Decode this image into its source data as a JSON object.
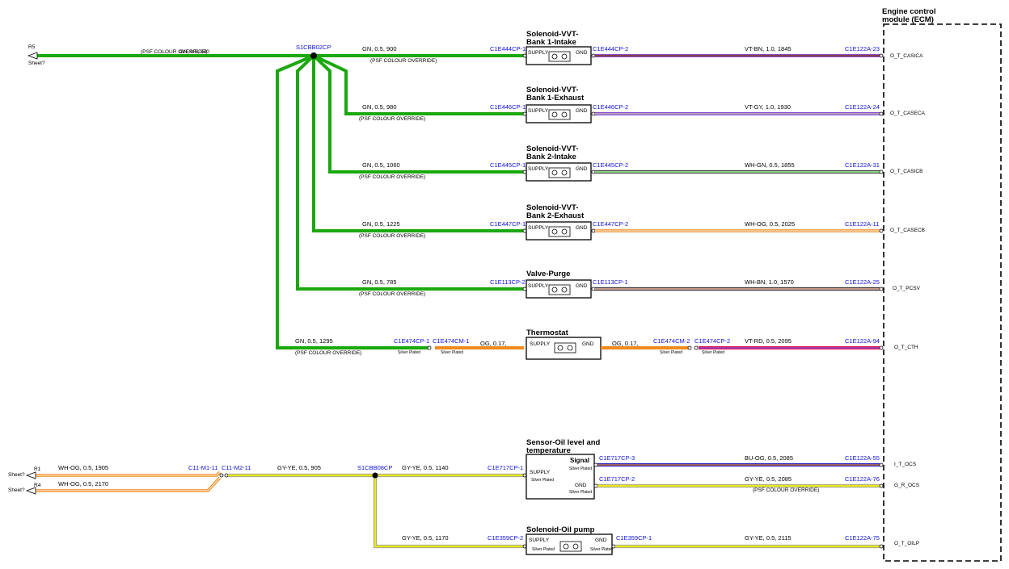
{
  "ecm": {
    "title_line1": "Engine control",
    "title_line2": "module (ECM)"
  },
  "offsheet": {
    "r5": "R5",
    "r1": "R1",
    "r4": "R4",
    "sheet": "Sheet?"
  },
  "override": "(PSF COLOUR OVERRIDE)",
  "top_wire_overlap": "GN, 0.5, 940",
  "splices": {
    "s1": "S1CBB02CP",
    "s2": "S1CBB08CP"
  },
  "silver": "Silver Plated",
  "supply": "SUPPLY",
  "gnd": "GND",
  "signal": "Signal",
  "components": {
    "vvt_b1i": {
      "line1": "Solenoid-VVT-",
      "line2": "Bank 1-Intake",
      "in_wire": "GN, 0.5, 900",
      "in_conn": "C1E444CP-1",
      "out_conn": "C1E444CP-2",
      "out_wire": "VT-BN, 1.0, 1845",
      "ecm_conn": "C1E122A-23",
      "pin": "O_T_CASICA"
    },
    "vvt_b1e": {
      "line1": "Solenoid-VVT-",
      "line2": "Bank 1-Exhaust",
      "in_wire": "GN, 0.5, 980",
      "in_conn": "C1E446CP-1",
      "out_conn": "C1E446CP-2",
      "out_wire": "VT-GY, 1.0, 1930",
      "ecm_conn": "C1E122A-24",
      "pin": "O_T_CASECA"
    },
    "vvt_b2i": {
      "line1": "Solenoid-VVT-",
      "line2": "Bank 2-Intake",
      "in_wire": "GN, 0.5, 1060",
      "in_conn": "C1E445CP-1",
      "out_conn": "C1E445CP-2",
      "out_wire": "WH-GN, 0.5, 1855",
      "ecm_conn": "C1E122A-31",
      "pin": "O_T_CASICB"
    },
    "vvt_b2e": {
      "line1": "Solenoid-VVT-",
      "line2": "Bank 2-Exhaust",
      "in_wire": "GN, 0.5, 1225",
      "in_conn": "C1E447CP-1",
      "out_conn": "C1E447CP-2",
      "out_wire": "WH-OG, 0.5, 2025",
      "ecm_conn": "C1E122A-11",
      "pin": "O_T_CASECB"
    },
    "purge": {
      "line1": "Valve-Purge",
      "in_wire": "GN, 0.5, 785",
      "in_conn": "C1E113CP-2",
      "out_conn": "C1E113CP-1",
      "out_wire": "WH-BN, 1.0, 1570",
      "ecm_conn": "C1E122A-25",
      "pin": "O_T_PCSV"
    },
    "thermostat": {
      "line1": "Thermostat",
      "in_wire": "GN, 0.5, 1295",
      "c1": "C1E474CP-1",
      "c2": "C1E474CM-1",
      "mid_wire_left": "OG, 0.17,",
      "mid_wire_right": "OG, 0.17,",
      "c3": "C1E474CM-2",
      "c4": "C1E474CP-2",
      "out_wire": "VT-RD, 0.5, 2095",
      "ecm_conn": "C1E122A-94",
      "pin": "O_T_CTH"
    },
    "oil_sensor": {
      "line1": "Sensor-Oil level and",
      "line2": "temperature",
      "in_wire": "GY-YE, 0.5, 1140",
      "in_conn": "C1E717CP-1",
      "sig_conn": "C1E717CP-3",
      "sig_wire": "BU-OG, 0.5, 2085",
      "sig_ecm": "C1E122A-55",
      "sig_pin": "I_T_OCS",
      "gnd_conn": "C1E717CP-2",
      "gnd_wire": "GY-YE, 0.5, 2085",
      "gnd_ecm": "C1E122A-76",
      "gnd_pin": "G_R_OCS"
    },
    "oil_pump": {
      "line1": "Solenoid-Oil pump",
      "in_wire": "GY-YE, 0.5, 1170",
      "in_conn": "C1E359CP-2",
      "out_conn": "C1E359CP-1",
      "out_wire": "GY-YE, 0.5, 2115",
      "ecm_conn": "C1E122A-75",
      "pin": "O_T_OILP"
    }
  },
  "lower": {
    "r1_wire": "WH-OG, 0.5, 1905",
    "r4_wire": "WH-OG, 0.5, 2170",
    "c11_m1": "C11-M1-11",
    "c11_m2": "C11-M2-11",
    "gyye_905": "GY-YE, 0.5, 905"
  },
  "colors": {
    "GN": "#1aa80e",
    "OG": "#f08a1c",
    "YE": "#e8e820",
    "GY": "#9a9a9a",
    "VT": "#8a4ad0",
    "BN": "#8a3a1a",
    "WH": "#ffffff",
    "RD": "#e0104a",
    "BU": "#2020c0"
  }
}
